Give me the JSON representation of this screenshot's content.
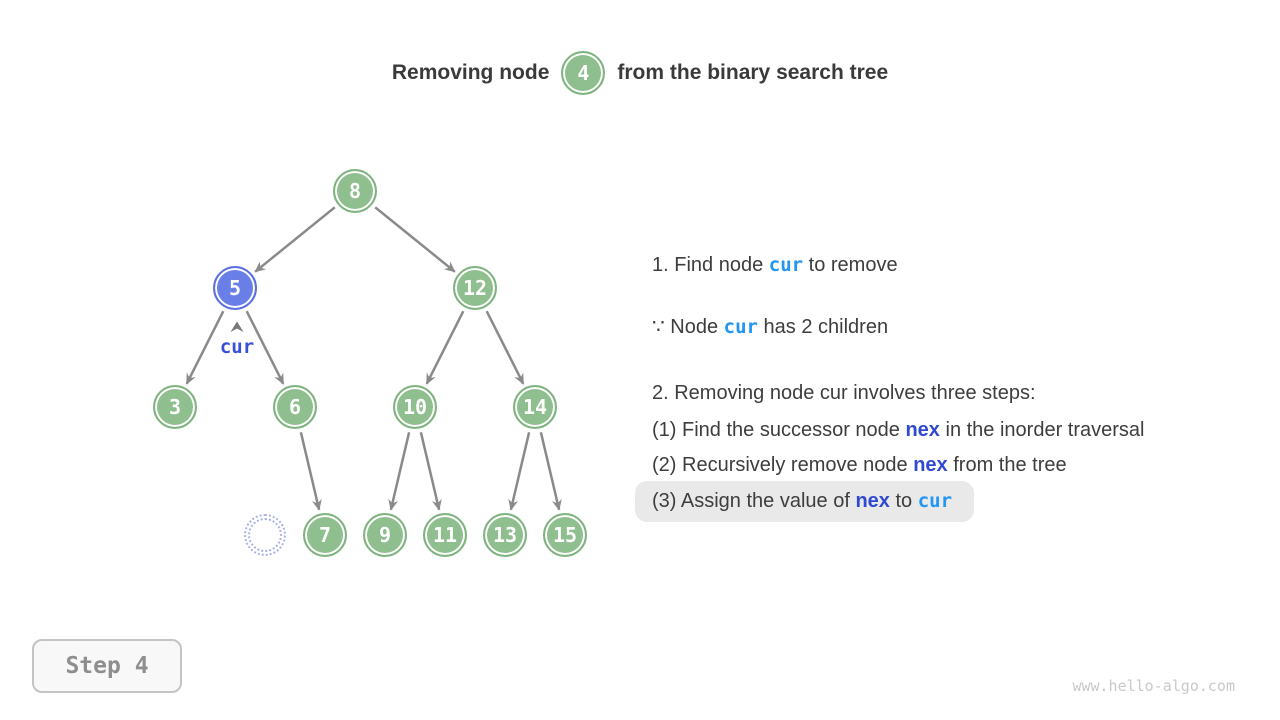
{
  "title": {
    "prefix": "Removing node",
    "node_value": "4",
    "suffix": "from the binary search tree"
  },
  "tree": {
    "nodes": [
      "8",
      "5",
      "12",
      "3",
      "6",
      "10",
      "14",
      "7",
      "9",
      "11",
      "13",
      "15"
    ],
    "current_node": "5",
    "pointer_label": "cur",
    "removed_placeholder": "empty-dotted-slot"
  },
  "notes": {
    "line1_pre": "1. Find node ",
    "line1_token": "cur",
    "line1_post": " to remove",
    "line2_pre": "∵ Node ",
    "line2_token": "cur",
    "line2_post": " has 2 children",
    "line3": "2. Removing node cur involves three steps:",
    "line4_pre": "(1) Find the successor node ",
    "line4_token": "nex",
    "line4_post": " in the inorder traversal",
    "line5_pre": "(2) Recursively remove node ",
    "line5_token": "nex",
    "line5_post": " from the tree",
    "line6_pre": "(3) Assign the value of ",
    "line6_token1": "nex",
    "line6_mid": " to ",
    "line6_token2": "cur"
  },
  "step_label": "Step 4",
  "watermark": "www.hello-algo.com",
  "colors": {
    "node_green_fill": "#8fbe8f",
    "node_green_border": "#7fb37f",
    "node_blue_fill": "#6a7ee8",
    "node_blue_border": "#5a6fe0",
    "token_cur": "#2196f3",
    "token_nex": "#2f49d1",
    "pointer_label": "#3a50da",
    "arrow": "#8a8a8a",
    "highlight_pill": "#e9e9e9",
    "ghost_dotted": "#a9b3ea",
    "body_text": "#3d3d3d"
  }
}
